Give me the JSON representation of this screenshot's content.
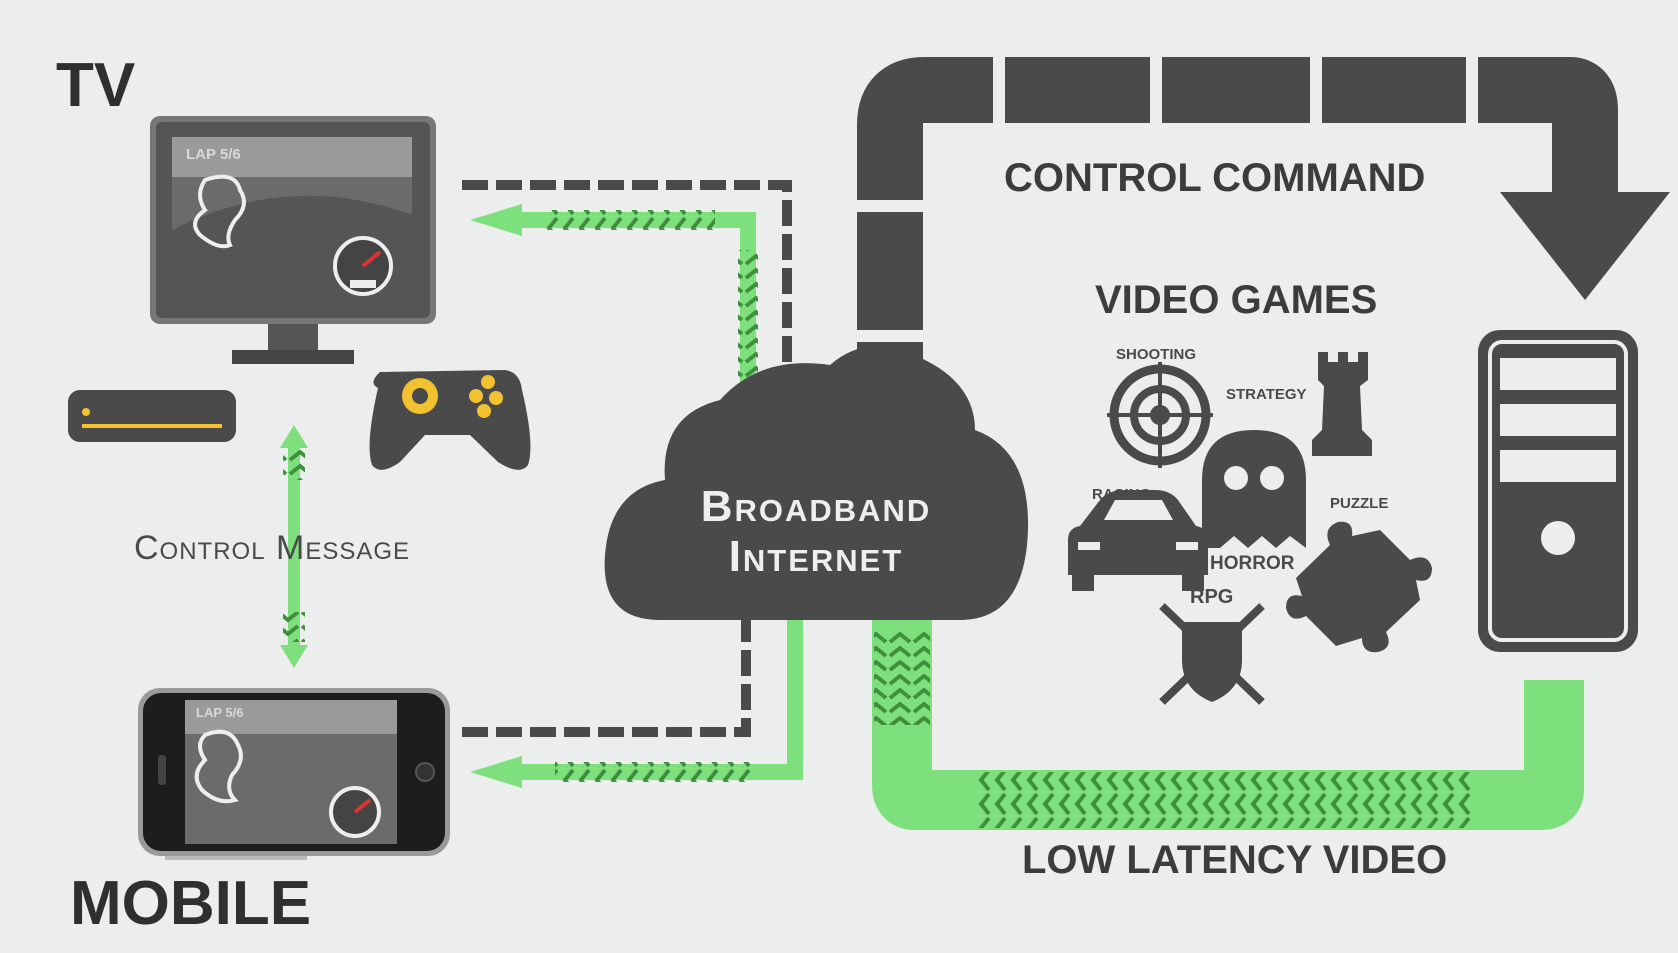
{
  "labels": {
    "tv": "TV",
    "mobile": "MOBILE",
    "control_message": "Control Message",
    "broadband_line1": "Broadband",
    "broadband_line2": "Internet",
    "control_command": "CONTROL COMMAND",
    "video_games": "VIDEO GAMES",
    "low_latency_video": "LOW LATENCY VIDEO",
    "lap_tv": "LAP 5/6",
    "lap_mobile": "LAP 5/6"
  },
  "genres": {
    "shooting": "SHOOTING",
    "strategy": "STRATEGY",
    "racing": "RACING",
    "horror": "HORROR",
    "puzzle": "PUZZLE",
    "rpg": "RPG"
  },
  "colors": {
    "dark": "#4a4a4a",
    "green": "#7ee07c",
    "green_dark": "#3f8f3c",
    "background": "#eceded",
    "accent_yellow": "#f2c230"
  },
  "icons": [
    "tv-icon",
    "set-top-box-icon",
    "gamepad-icon",
    "smartphone-icon",
    "cloud-icon",
    "server-icon",
    "target-icon",
    "rook-icon",
    "car-icon",
    "ghost-icon",
    "puzzle-icon",
    "shield-swords-icon"
  ]
}
